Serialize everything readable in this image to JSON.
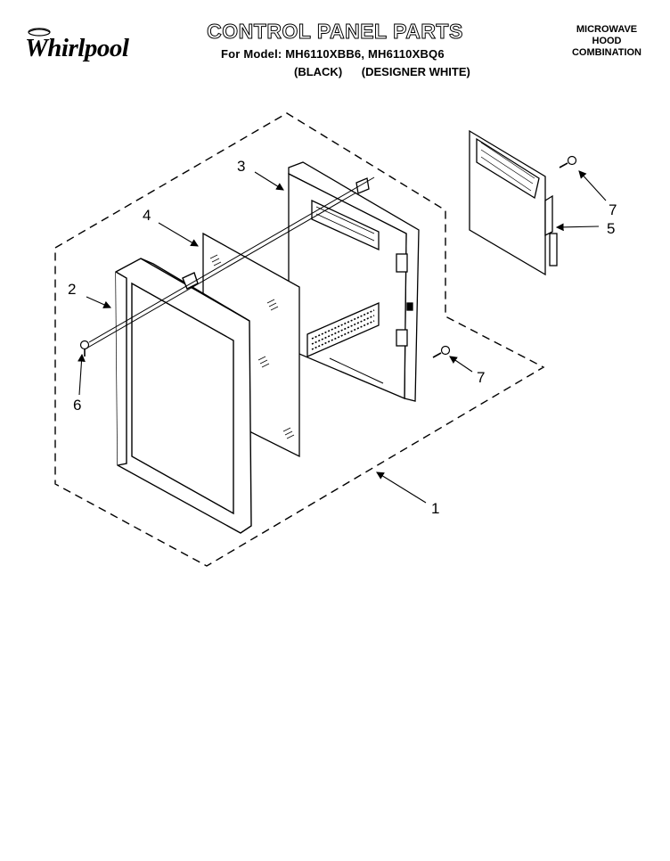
{
  "header": {
    "brand": "Whirlpool",
    "title": "CONTROL PANEL PARTS",
    "models_line": "For Model: MH6110XBB6, MH6110XBQ6",
    "color_black": "(BLACK)",
    "color_white": "(DESIGNER WHITE)",
    "category_line1": "MICROWAVE",
    "category_line2": "HOOD",
    "category_line3": "COMBINATION"
  },
  "callouts": {
    "c1": "1",
    "c2": "2",
    "c3": "3",
    "c4": "4",
    "c5": "5",
    "c6": "6",
    "c7a": "7",
    "c7b": "7"
  }
}
